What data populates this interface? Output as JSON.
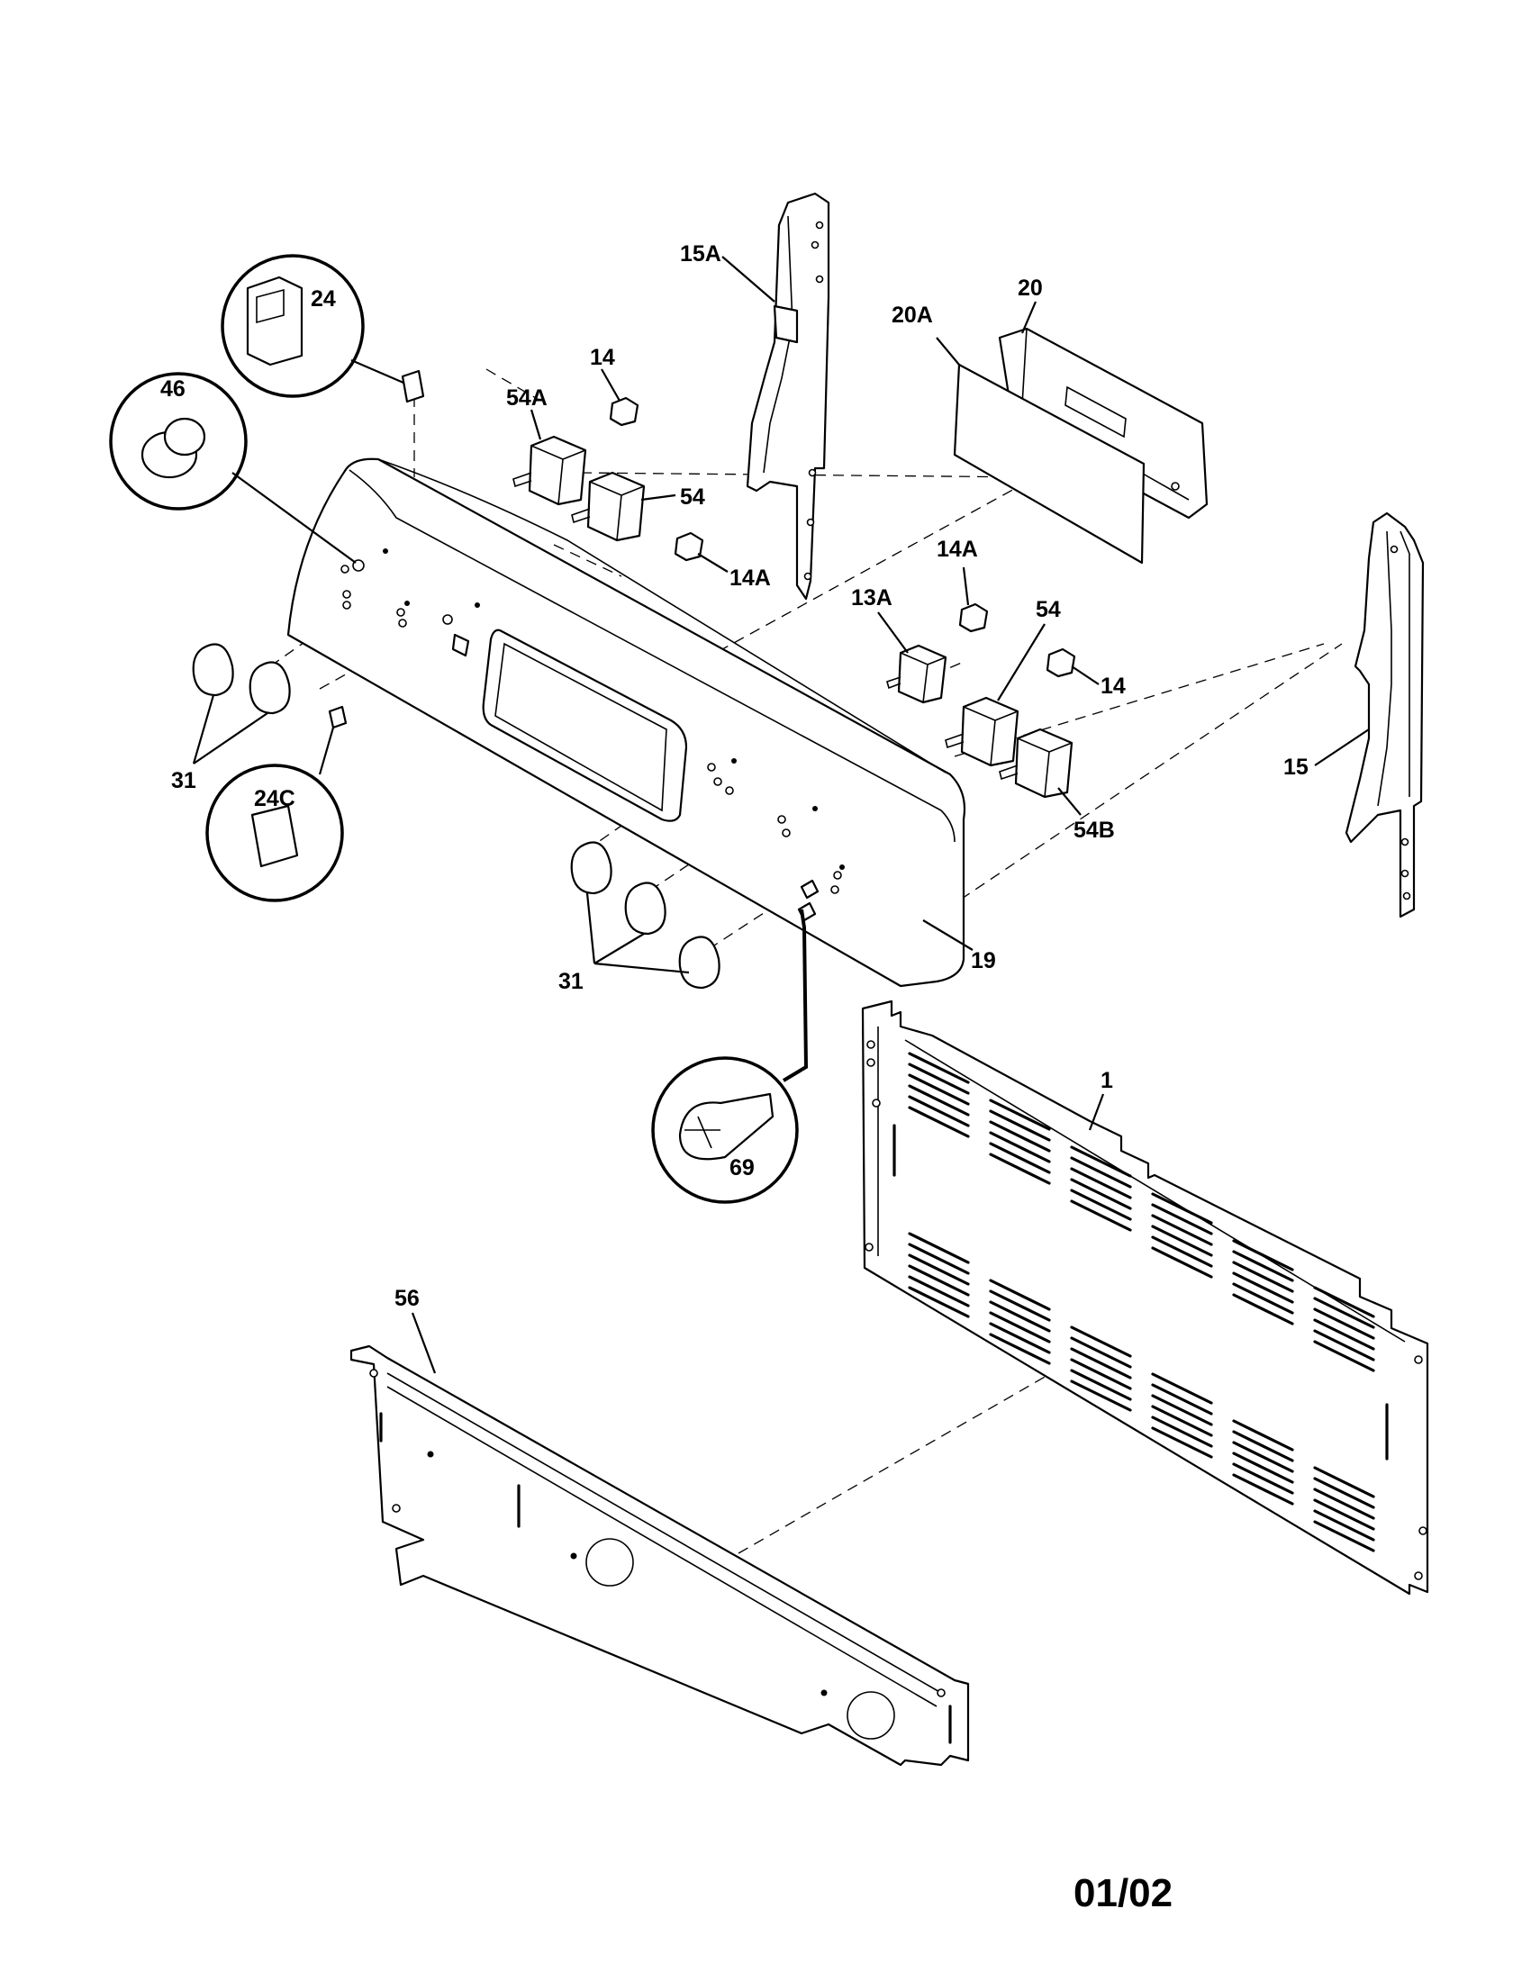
{
  "callouts": {
    "c15a": "15A",
    "c20": "20",
    "c20a": "20A",
    "c24": "24",
    "c46": "46",
    "c14_top": "14",
    "c54a": "54A",
    "c54_top": "54",
    "c14a_top": "14A",
    "c14a_mid": "14A",
    "c13a": "13A",
    "c54_mid": "54",
    "c14_mid": "14",
    "c15": "15",
    "c31_left": "31",
    "c24c": "24C",
    "c54b": "54B",
    "c19": "19",
    "c31_bottom": "31",
    "c1": "1",
    "c69": "69",
    "c56": "56"
  },
  "revision": "01/02"
}
